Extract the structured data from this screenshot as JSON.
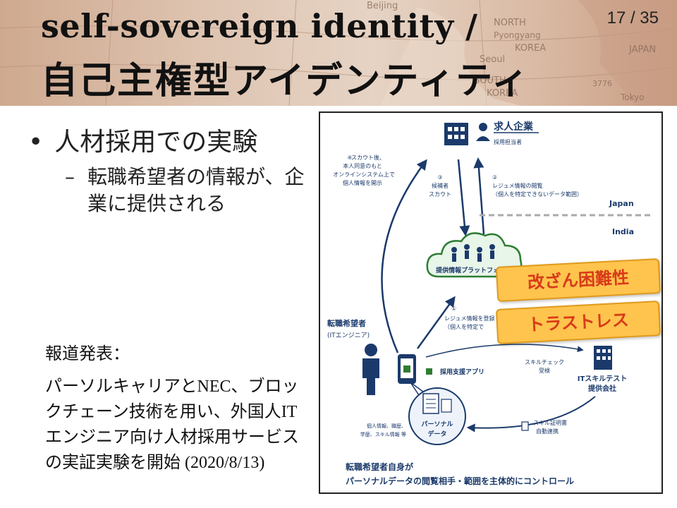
{
  "slide": {
    "title_en": "self-sovereign identity /",
    "title_ja": "自己主権型アイデンティティ",
    "page_number": "17 / 35"
  },
  "header_map": {
    "labels": [
      "Beijing",
      "NORTH",
      "Pyongyang",
      "KOREA",
      "Seoul",
      "SOUTH",
      "KOREA",
      "JAPAN",
      "Tokyo",
      "3776"
    ]
  },
  "content": {
    "bullet_marker": "•",
    "bullet_main": "人材採用での実験",
    "sub_marker": "–",
    "bullet_sub": "転職希望者の情報が、企業に提供される",
    "press_label": "報道発表：",
    "press_body": "パーソルキャリアとNEC、ブロックチェーン技術を用い、外国人ITエンジニア向け人材採用サービスの実証実験を開始 (2020/8/13)"
  },
  "diagram": {
    "company_title": "求人企業",
    "company_staff": "採用担当者",
    "step4": [
      "④",
      "スカウト後、",
      "本人同意のもと",
      "オンラインシステム上で",
      "個人情報を開示"
    ],
    "step3": [
      "③",
      "候補者",
      "スカウト"
    ],
    "step2": [
      "②",
      "レジュメ情報の閲覧",
      "（個人を特定できないデータ範囲）"
    ],
    "label_japan": "Japan",
    "label_india": "India",
    "platform": "提供情報プラットフォーム",
    "step1": [
      "①",
      "レジュメ情報を登録",
      "（個人を特定で"
    ],
    "candidate": [
      "転職希望者",
      "(ITエンジニア)"
    ],
    "app": "採用支援アプリ",
    "skill_check": [
      "スキルチェック",
      "受検"
    ],
    "test_company": [
      "ITスキルテスト",
      "提供会社"
    ],
    "personal_items": [
      "個人情報、職歴、",
      "学歴、スキル情報 等"
    ],
    "personal_data": [
      "パーソナル",
      "データ"
    ],
    "skill_cert": [
      "スキル証明書",
      "自動連携"
    ],
    "bottom_1": "転職希望者自身が",
    "bottom_2": "パーソナルデータの閲覧相手・範囲を主体的にコントロール",
    "callout_1": "改ざん困難性",
    "callout_2": "トラストレス"
  },
  "colors": {
    "navy": "#1b3a6b",
    "cloud_green": "#2e7d32",
    "callout_fill": "#ffc44d",
    "callout_text": "#d83b1a"
  }
}
